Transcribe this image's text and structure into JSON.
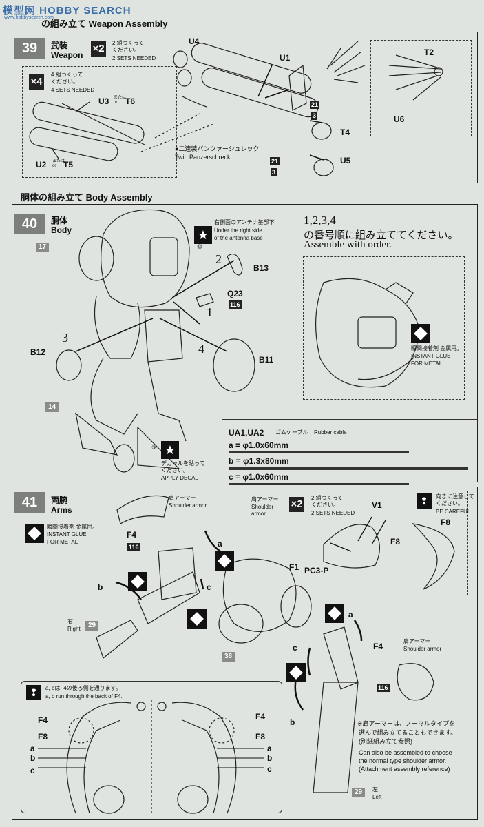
{
  "watermark": "模型网 HOBBY SEARCH",
  "watermark_url": "www.hobbysearch.com",
  "step39": {
    "section_title": "の組み立て  Weapon Assembly",
    "number": "39",
    "name_jp": "武装",
    "name_en": "Weapon",
    "mult": "×2",
    "mult_jp": "2 組つくって\nください。",
    "mult_en": "2 SETS NEEDED",
    "inset_mult": "×4",
    "inset_jp": "4 組つくって\nください。",
    "inset_en": "4 SETS NEEDED",
    "u3": "U3",
    "or": "または\nor",
    "t6": "T6",
    "u2": "U2",
    "t5": "T5",
    "u4": "U4",
    "u1": "U1",
    "t4": "T4",
    "u5": "U5",
    "t2": "T2",
    "u6": "U6",
    "n21a": "21",
    "n3a": "3",
    "n21b": "21",
    "n3b": "3",
    "caption_jp": "●二連装パンツァーシュレック",
    "caption_en": "Twin Panzerschreck"
  },
  "step40": {
    "section_title": "胴体の組み立て  Body Assembly",
    "number": "40",
    "name_jp": "胴体",
    "name_en": "Body",
    "p17": "17",
    "p14": "14",
    "star_jp": "右側面のアンテナ基部下",
    "star_en1": "Under the right side",
    "star_en2": "of the antenna base",
    "circle10": "⑩",
    "circle9": "⑨",
    "b13": "B13",
    "q23": "Q23",
    "n116": "116",
    "b12": "B12",
    "b11": "B11",
    "s1": "1",
    "s2": "2",
    "s3": "3",
    "s4": "4",
    "order_nums": "1,2,3,4",
    "order_jp": "の番号順に組み立ててください。",
    "order_en": "Assemble with order.",
    "glue_jp": "瞬間接着剤 金属用。",
    "glue_en1": "INSTANT GLUE",
    "glue_en2": "FOR METAL",
    "decal_jp1": "デカールを貼って",
    "decal_jp2": "ください。",
    "decal_en": "APPLY DECAL",
    "cable_title": "UA1,UA2",
    "cable_jp": "ゴムケーブル",
    "cable_en": "Rubber cable",
    "cable_a": "a = φ1.0x60mm",
    "cable_b": "b = φ1.3x80mm",
    "cable_c": "c = φ1.0x60mm"
  },
  "step41": {
    "number": "41",
    "name_jp": "両腕",
    "name_en": "Arms",
    "shoulder_jp": "肩アーマー",
    "shoulder_en": "Shoulder armor",
    "glue_jp": "瞬間接着剤 金属用。",
    "glue_en1": "INSTANT GLUE",
    "glue_en2": "FOR METAL",
    "f4": "F4",
    "n116": "116",
    "a": "a",
    "b": "b",
    "c": "c",
    "right_jp": "右",
    "right_en": "Right",
    "p29": "29",
    "p38": "38",
    "inset_shoulder_jp": "肩アーマー",
    "inset_shoulder_en": "Shoulder\narmor",
    "inset_mult": "×2",
    "inset_mult_jp": "2 組つくって\nください。",
    "inset_mult_en": "2 SETS NEEDED",
    "v1": "V1",
    "careful_jp": "向きに注意して\nください。",
    "careful_en": "BE CAREFUL",
    "f8": "F8",
    "f1": "F1",
    "pc3p": "PC3-P",
    "left_jp": "左",
    "left_en": "Left",
    "route_jp": "a, bはF4の後ろ側を通ります。",
    "route_en": "a, b run through the back of F4.",
    "note_jp1": "※肩アーマーは、ノーマルタイプを",
    "note_jp2": "選んで組み立てることもできます。",
    "note_jp3": "(別紙組み立て参照)",
    "note_en1": "Can also be assembled to choose",
    "note_en2": "the normal type shoulder armor.",
    "note_en3": "(Attachment assembly reference)"
  }
}
